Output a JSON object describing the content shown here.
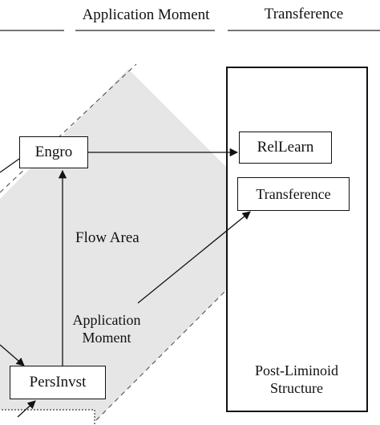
{
  "header": {
    "col_application_moment": "Application Moment",
    "col_transference": "Transference"
  },
  "nodes": {
    "engro": "Engro",
    "persinvst": "PersInvst",
    "rellearn": "RelLearn",
    "transference": "Transference"
  },
  "labels": {
    "flow_area": "Flow Area",
    "application_moment_line1": "Application",
    "application_moment_line2": "Moment",
    "post_liminoid_line1": "Post-Liminoid",
    "post_liminoid_line2": "Structure"
  },
  "colors": {
    "band_fill": "#e6e6e6",
    "stroke": "#111111",
    "header_rule": "#777777"
  }
}
